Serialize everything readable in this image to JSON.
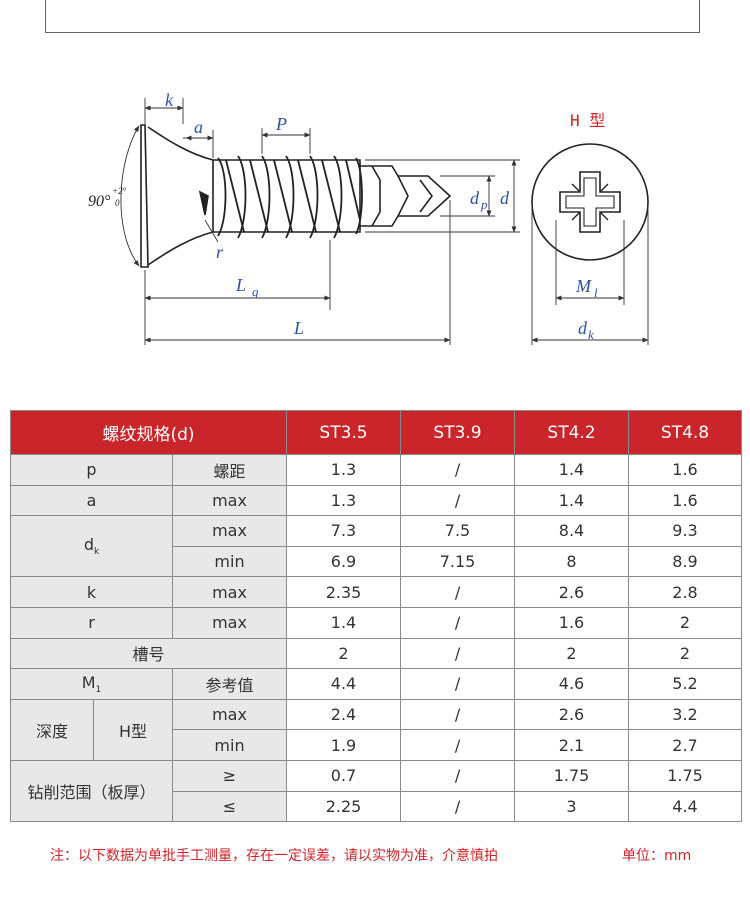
{
  "drawing": {
    "labels": {
      "k": "k",
      "a": "a",
      "P": "P",
      "angle": "90°",
      "angle_tol_top": "+2°",
      "angle_tol_bottom": "0",
      "r": "r",
      "Lg": "L",
      "Lg_sub": "g",
      "L": "L",
      "dp": "d",
      "dp_sub": "p",
      "d": "d",
      "head_type": "H 型",
      "M1": "M",
      "M1_sub": "l",
      "dk": "d",
      "dk_sub": "k"
    },
    "colors": {
      "dimension": "#2f4fa8",
      "outline": "#222222",
      "head_type": "#d2232a"
    }
  },
  "table": {
    "header": {
      "spec": "螺纹规格(d)",
      "sizes": [
        "ST3.5",
        "ST3.9",
        "ST4.2",
        "ST4.8"
      ]
    },
    "rows": {
      "p": {
        "name": "p",
        "sub": "螺距",
        "values": [
          "1.3",
          "/",
          "1.4",
          "1.6"
        ]
      },
      "a": {
        "name": "a",
        "sub": "max",
        "values": [
          "1.3",
          "/",
          "1.4",
          "1.6"
        ]
      },
      "dk_max": {
        "name": "d",
        "name_sub": "k",
        "sub": "max",
        "values": [
          "7.3",
          "7.5",
          "8.4",
          "9.3"
        ]
      },
      "dk_min": {
        "sub": "min",
        "values": [
          "6.9",
          "7.15",
          "8",
          "8.9"
        ]
      },
      "k": {
        "name": "k",
        "sub": "max",
        "values": [
          "2.35",
          "/",
          "2.6",
          "2.8"
        ]
      },
      "r": {
        "name": "r",
        "sub": "max",
        "values": [
          "1.4",
          "/",
          "1.6",
          "2"
        ]
      },
      "slot": {
        "name": "槽号",
        "values": [
          "2",
          "/",
          "2",
          "2"
        ]
      },
      "m1": {
        "name": "M",
        "name_sub": "1",
        "sub": "参考值",
        "values": [
          "4.4",
          "/",
          "4.6",
          "5.2"
        ]
      },
      "depth_max": {
        "name": "深度",
        "mid": "H型",
        "sub": "max",
        "values": [
          "2.4",
          "/",
          "2.6",
          "3.2"
        ]
      },
      "depth_min": {
        "sub": "min",
        "values": [
          "1.9",
          "/",
          "2.1",
          "2.7"
        ]
      },
      "drill_ge": {
        "name": "钻削范围（板厚）",
        "sub": "≥",
        "values": [
          "0.7",
          "/",
          "1.75",
          "1.75"
        ]
      },
      "drill_le": {
        "sub": "≤",
        "values": [
          "2.25",
          "/",
          "3",
          "4.4"
        ]
      }
    }
  },
  "footer": {
    "note": "注：以下数据为单批手工测量，存在一定误差，请以实物为准，介意慎拍",
    "unit": "单位：mm"
  }
}
